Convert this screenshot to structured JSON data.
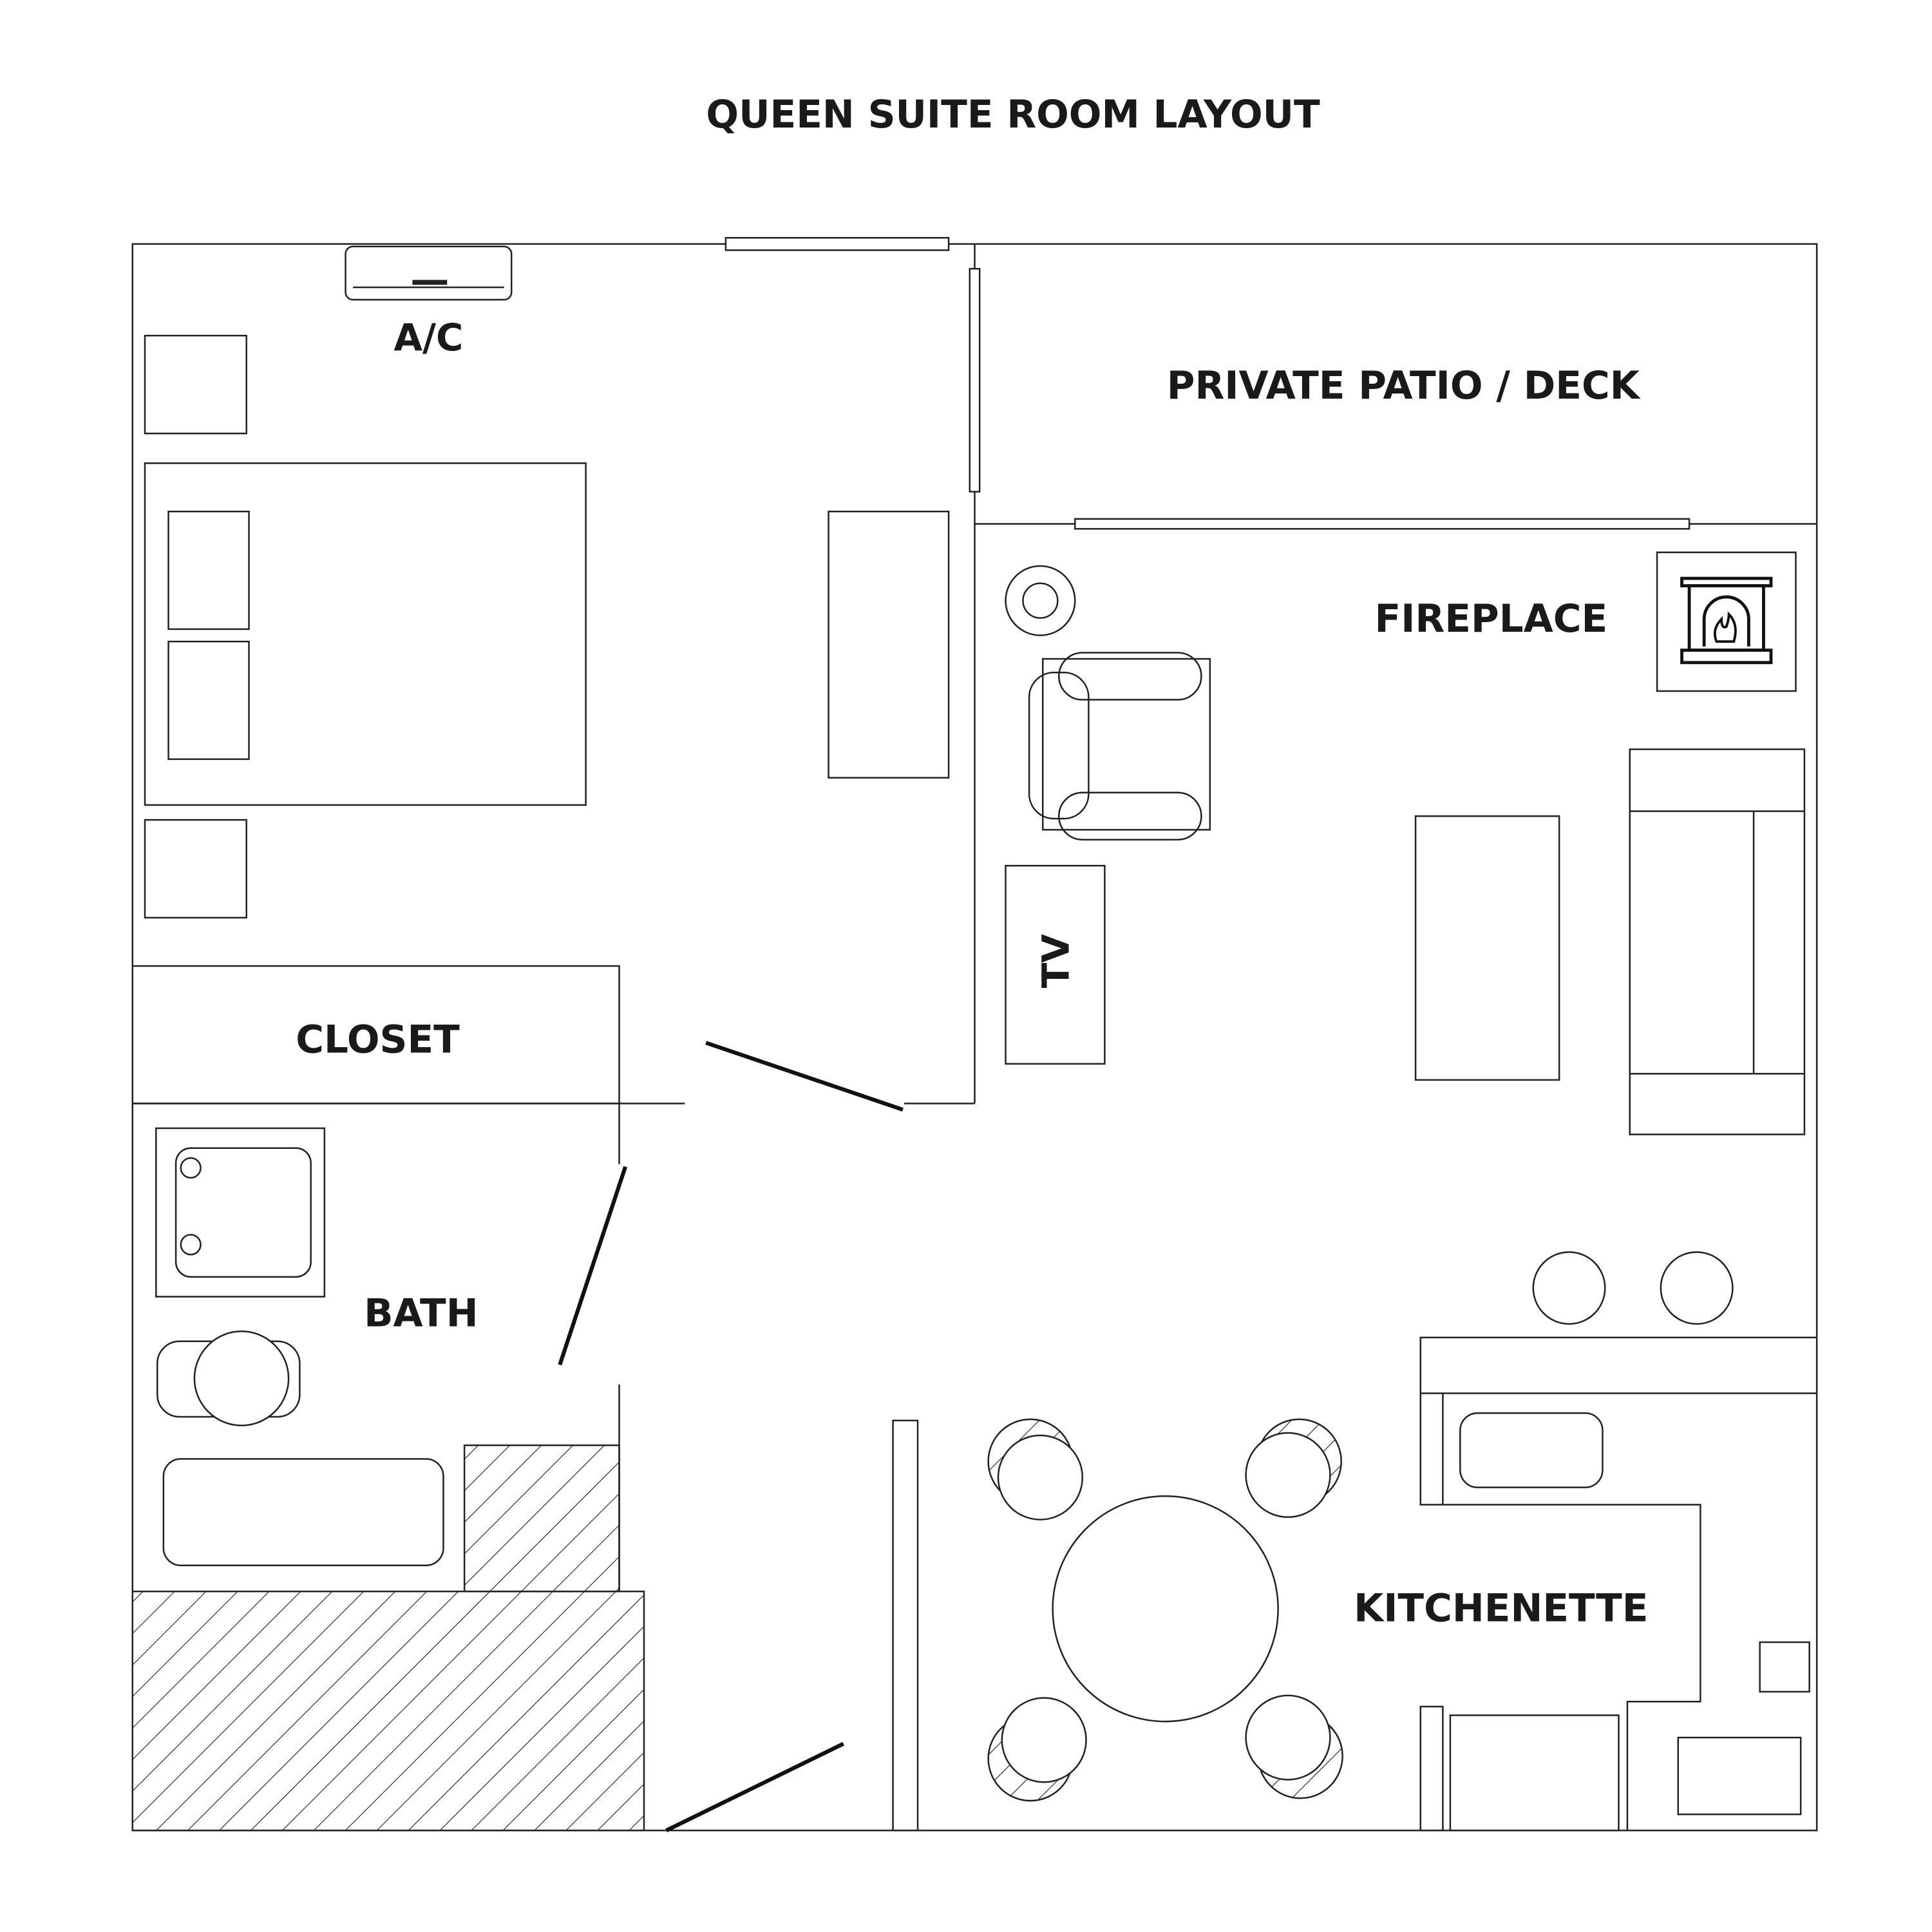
{
  "title": "QUEEN SUITE ROOM LAYOUT",
  "labels": {
    "ac": "A/C",
    "patio": "PRIVATE PATIO / DECK",
    "fireplace": "FIREPLACE",
    "closet": "CLOSET",
    "bath": "BATH",
    "kitchenette": "KITCHENETTE",
    "tv": "TV"
  },
  "colors": {
    "line": "#222222",
    "background": "#ffffff"
  }
}
